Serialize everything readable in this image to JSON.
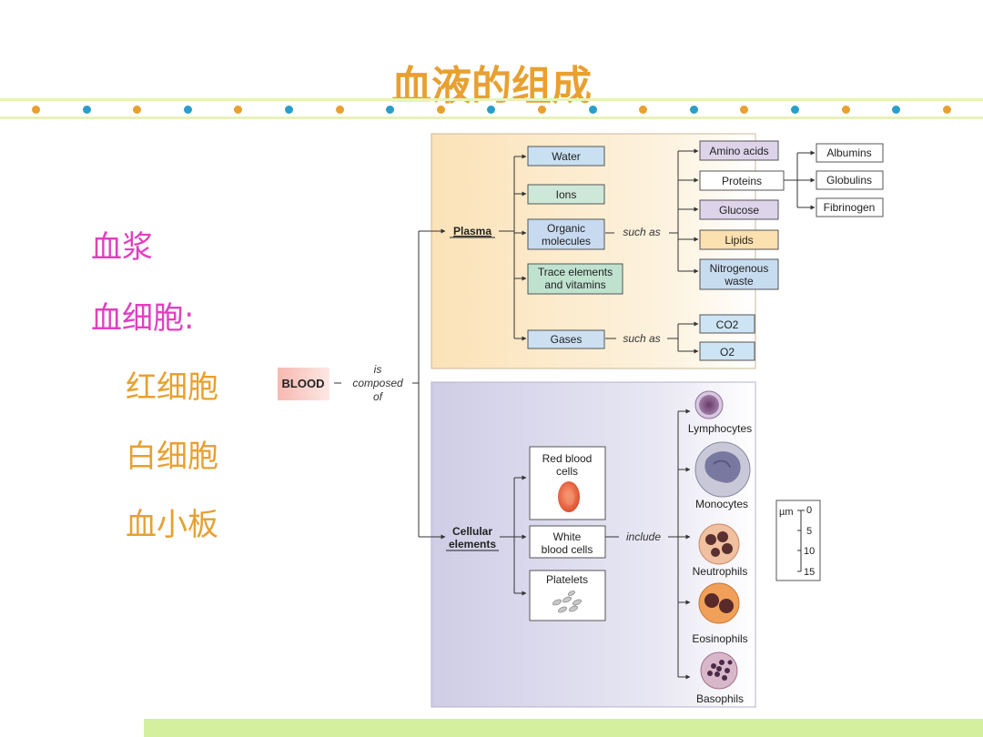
{
  "slide": {
    "title": "血液的组成",
    "bullets": [
      {
        "text": "血浆",
        "color": "#e040c0"
      },
      {
        "text": "血细胞:",
        "color": "#e040c0"
      },
      {
        "text": "红细胞",
        "color": "#e8a030"
      },
      {
        "text": "白细胞",
        "color": "#e8a030"
      },
      {
        "text": "血小板",
        "color": "#e8a030"
      }
    ],
    "dot_colors": [
      "#e8a030",
      "#2a9ec8"
    ]
  },
  "diagram": {
    "blood": "BLOOD",
    "is_composed_of": [
      "is",
      "composed",
      "of"
    ],
    "plasma": "Plasma",
    "cellular": [
      "Cellular",
      "elements"
    ],
    "such_as": "such as",
    "include": "include",
    "plasma_items": {
      "water": "Water",
      "ions": "Ions",
      "organic": [
        "Organic",
        "molecules"
      ],
      "trace": [
        "Trace elements",
        "and vitamins"
      ],
      "gases": "Gases"
    },
    "organic_items": {
      "amino": "Amino acids",
      "proteins": "Proteins",
      "glucose": "Glucose",
      "lipids": "Lipids",
      "nitro": [
        "Nitrogenous",
        "waste"
      ]
    },
    "protein_items": {
      "albumins": "Albumins",
      "globulins": "Globulins",
      "fibrinogen": "Fibrinogen"
    },
    "gas_items": {
      "co2": "CO2",
      "o2": "O2"
    },
    "cells": {
      "rbc": [
        "Red blood",
        "cells"
      ],
      "wbc": [
        "White",
        "blood cells"
      ],
      "platelets": "Platelets"
    },
    "wbc_types": {
      "lympho": "Lymphocytes",
      "mono": "Monocytes",
      "neutro": "Neutrophils",
      "eosino": "Eosinophils",
      "baso": "Basophils"
    },
    "scale": {
      "unit": "µm",
      "ticks": [
        "0",
        "5",
        "10",
        "15"
      ]
    }
  }
}
